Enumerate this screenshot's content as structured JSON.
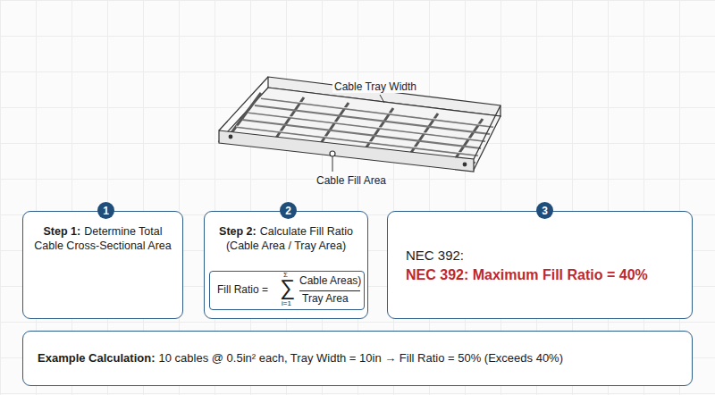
{
  "diagram": {
    "nodes": [
      {
        "text": [
          "1"
        ]
      },
      {
        "text": [
          "Step 1:",
          "Determine Total Cable Cross-Sectional Area"
        ]
      },
      {
        "text": [
          "2"
        ]
      },
      {
        "text": [
          "Step 2:",
          "Calculate Fill Ratio (Cable Area / Tray Area)"
        ]
      },
      {
        "text": [
          "Fill Ratio =",
          "∑",
          "Σ",
          "i=1",
          "Cable Areas)",
          "Tray Area"
        ],
        "in": 3
      },
      {
        "text": [
          "3"
        ]
      },
      {
        "text": [
          "NEC 392:",
          "NEC 392: Maximum Fill Ratio = 40%"
        ]
      },
      {
        "text": [
          "Example Calculation:",
          "10 cables @ 0.5in² each, Tray Width = 10in → Fill Ratio = 50% (Exceeds 40%)"
        ]
      }
    ],
    "labels": [
      "Cable Tray Width",
      "Cable Fill Area"
    ]
  }
}
